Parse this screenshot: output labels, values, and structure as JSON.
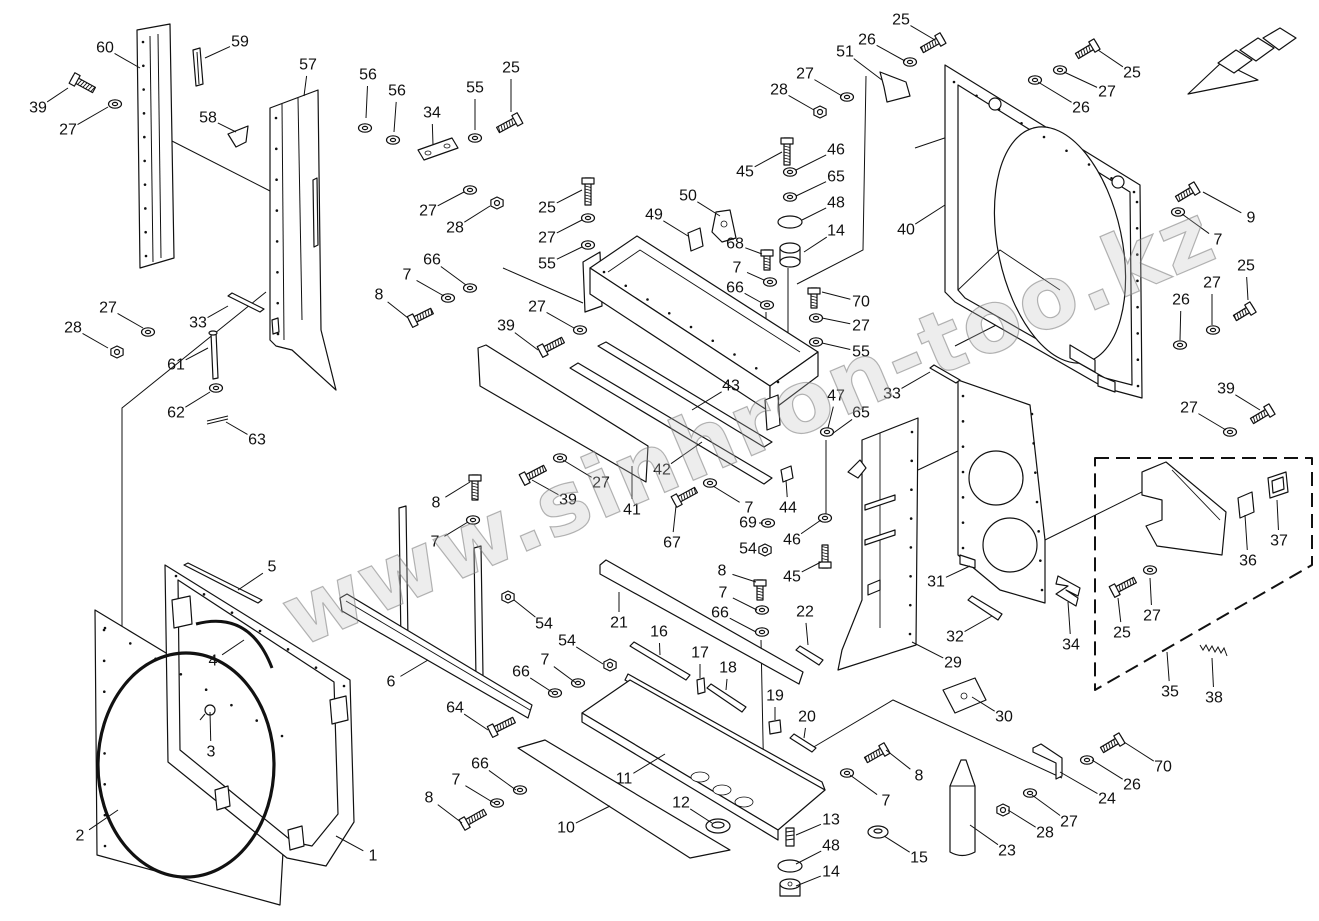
{
  "diagram": {
    "callouts": [
      "60",
      "59",
      "39",
      "27",
      "58",
      "57",
      "56",
      "56",
      "34",
      "55",
      "25",
      "27",
      "28",
      "27",
      "28",
      "33",
      "61",
      "62",
      "63",
      "25",
      "27",
      "55",
      "50",
      "49",
      "7",
      "66",
      "8",
      "27",
      "39",
      "68",
      "7",
      "66",
      "45",
      "46",
      "65",
      "48",
      "14",
      "70",
      "27",
      "55",
      "28",
      "27",
      "51",
      "26",
      "25",
      "25",
      "27",
      "26",
      "9",
      "7",
      "40",
      "25",
      "27",
      "26",
      "43",
      "42",
      "41",
      "27",
      "39",
      "44",
      "7",
      "47",
      "65",
      "33",
      "69",
      "54",
      "67",
      "46",
      "45",
      "8",
      "7",
      "8",
      "7",
      "66",
      "22",
      "21",
      "16",
      "17",
      "18",
      "19",
      "20",
      "54",
      "54",
      "7",
      "66",
      "5",
      "4",
      "3",
      "6",
      "64",
      "2",
      "1",
      "66",
      "7",
      "8",
      "10",
      "11",
      "12",
      "13",
      "48",
      "14",
      "15",
      "8",
      "7",
      "23",
      "28",
      "27",
      "24",
      "26",
      "70",
      "30",
      "29",
      "32",
      "31",
      "34",
      "35",
      "38",
      "25",
      "27",
      "36",
      "37",
      "39",
      "27"
    ],
    "watermark": "www.sinhron-too.kz"
  }
}
